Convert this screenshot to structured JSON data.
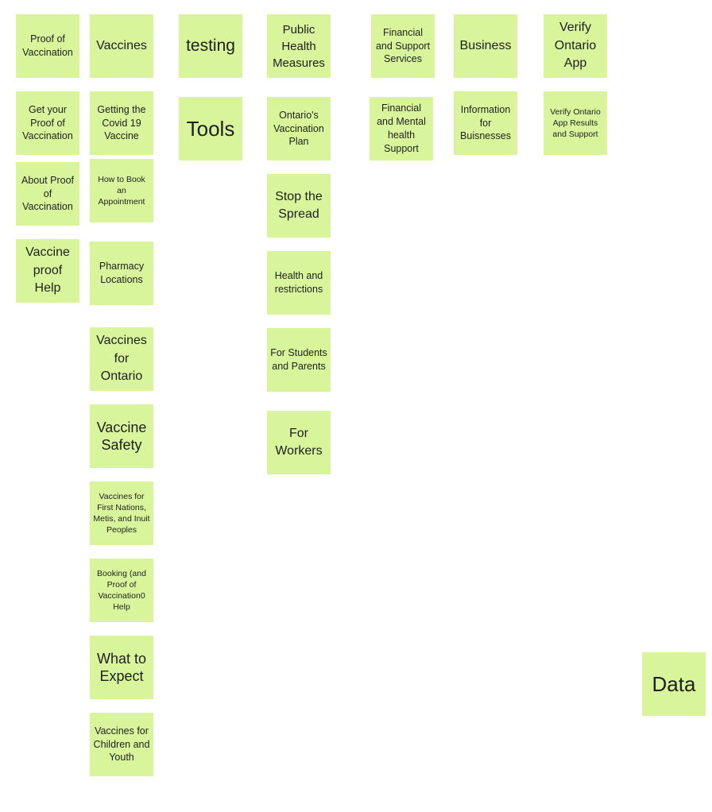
{
  "stickies": [
    {
      "id": "proof-of-vaccination",
      "text": "Proof of Vaccination"
    },
    {
      "id": "vaccines",
      "text": "Vaccines"
    },
    {
      "id": "testing",
      "text": "testing"
    },
    {
      "id": "public-health-measures",
      "text": "Public Health Measures"
    },
    {
      "id": "financial-and-support-services",
      "text": "Financial and Support Services"
    },
    {
      "id": "business",
      "text": "Business"
    },
    {
      "id": "verify-ontario-app",
      "text": "Verify Ontario App"
    },
    {
      "id": "get-your-proof",
      "text": "Get your Proof of Vaccination"
    },
    {
      "id": "getting-covid-vaccine",
      "text": "Getting the Covid 19 Vaccine"
    },
    {
      "id": "tools",
      "text": "Tools"
    },
    {
      "id": "ontarios-vaccination-plan",
      "text": "Ontario's Vaccination Plan"
    },
    {
      "id": "financial-and-mental-health",
      "text": "Financial and Mental health Support"
    },
    {
      "id": "information-for-businesses",
      "text": "Information for Buisnesses"
    },
    {
      "id": "verify-app-results",
      "text": "Verify Ontario App Results and Support"
    },
    {
      "id": "about-proof",
      "text": "About Proof of Vaccination"
    },
    {
      "id": "how-to-book",
      "text": "How to Book an Appointment"
    },
    {
      "id": "stop-the-spread",
      "text": "Stop the Spread"
    },
    {
      "id": "vaccine-proof-help",
      "text": "Vaccine proof Help"
    },
    {
      "id": "pharmacy-locations",
      "text": "Pharmacy Locations"
    },
    {
      "id": "health-and-restrictions",
      "text": "Health and restrictions"
    },
    {
      "id": "vaccines-for-ontario",
      "text": "Vaccines for Ontario"
    },
    {
      "id": "for-students-parents",
      "text": "For Students and Parents"
    },
    {
      "id": "vaccine-safety",
      "text": "Vaccine Safety"
    },
    {
      "id": "for-workers",
      "text": "For Workers"
    },
    {
      "id": "vaccines-first-nations",
      "text": "Vaccines for First Nations, Metis, and Inuit Peoples"
    },
    {
      "id": "booking-proof-help",
      "text": "Booking (and Proof of Vaccination0 Help"
    },
    {
      "id": "what-to-expect",
      "text": "What to Expect"
    },
    {
      "id": "vaccines-children-youth",
      "text": "Vaccines for Children and Youth"
    },
    {
      "id": "data",
      "text": "Data"
    }
  ]
}
